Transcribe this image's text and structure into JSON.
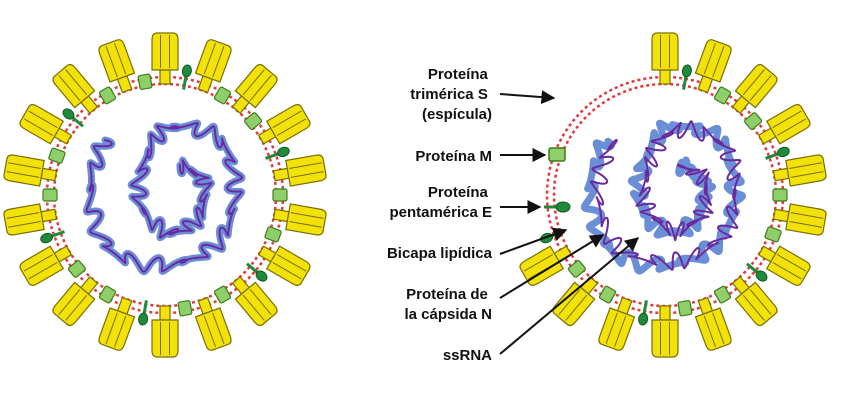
{
  "labels": {
    "spike_line1": "Proteína",
    "spike_line2": "trimérica S",
    "spike_line3": "(espícula)",
    "protein_m": "Proteína M",
    "protein_e_line1": "Proteína",
    "protein_e_line2": "pentamérica E",
    "bilayer": "Bicapa lipídica",
    "capsid_line1": "Proteína de",
    "capsid_line2": "la cápsida N",
    "ssrna": "ssRNA"
  },
  "colors": {
    "spike_fill": "#f2e20a",
    "spike_stroke": "#7a6e00",
    "protein_m_fill": "#8fcf6a",
    "protein_m_stroke": "#3e7a1e",
    "protein_e_fill": "#1f8a3a",
    "bilayer": "#e23a3a",
    "capsid": "#6a8fd6",
    "rna": "#6b2aa0",
    "text": "#111111"
  }
}
